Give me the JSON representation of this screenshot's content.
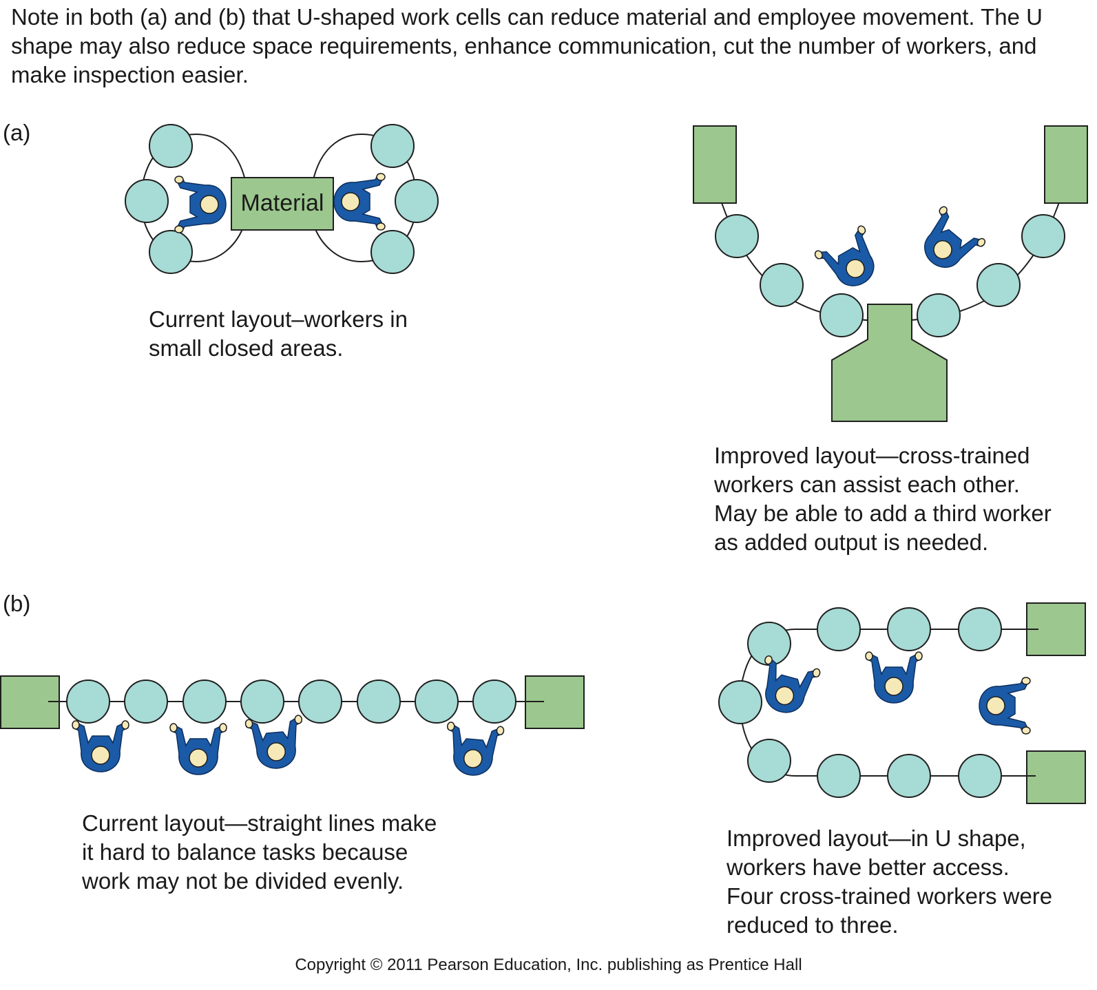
{
  "intro": "Note in both (a) and (b) that U-shaped work cells can reduce material and employee movement. The U shape may also reduce space requirements, enhance communication, cut the number of workers, and make inspection easier.",
  "panel_a": {
    "tag": "(a)",
    "material_label": "Material",
    "current_caption": [
      "Current layout–workers in",
      "small closed areas."
    ],
    "improved_caption": [
      "Improved layout—cross-trained",
      "workers can assist each other.",
      "May be able to add a third worker",
      "as added output is needed."
    ]
  },
  "panel_b": {
    "tag": "(b)",
    "current_caption": [
      "Current layout—straight lines make",
      "it hard to balance tasks because",
      "work may not be divided evenly."
    ],
    "improved_caption": [
      "Improved layout—in U shape,",
      "workers have better access.",
      "Four cross-trained workers were",
      "reduced to three."
    ]
  },
  "copyright": "Copyright © 2011 Pearson Education, Inc. publishing as Prentice Hall",
  "colors": {
    "station": "#a7dbd5",
    "material": "#9cc78e",
    "worker_body": "#1b5aa6",
    "worker_head": "#f6e9b8"
  }
}
